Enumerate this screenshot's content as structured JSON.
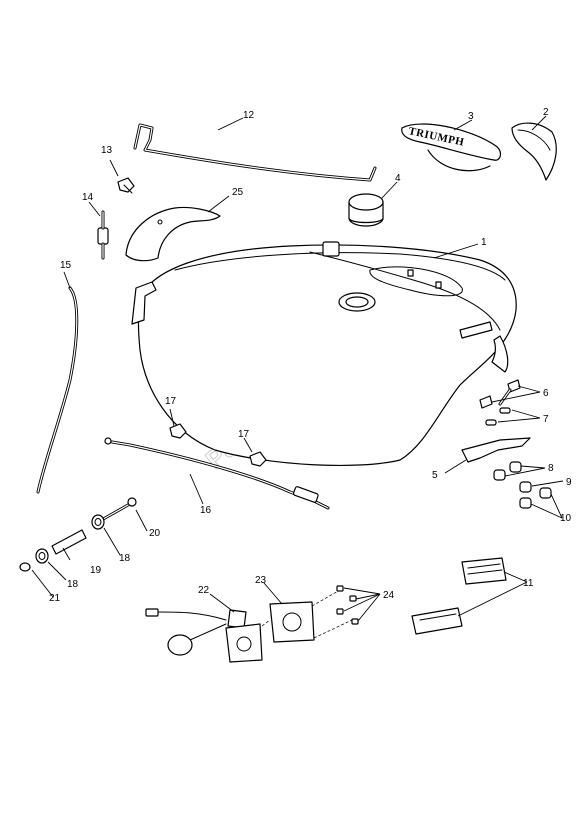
{
  "watermark": "PartsRepublik",
  "badge_text": "TRIUMPH",
  "callouts": [
    "1",
    "2",
    "3",
    "4",
    "5",
    "6",
    "7",
    "8",
    "9",
    "10",
    "11",
    "12",
    "13",
    "14",
    "15",
    "16",
    "17",
    "17",
    "18",
    "18",
    "19",
    "20",
    "21",
    "22",
    "23",
    "24",
    "25"
  ]
}
